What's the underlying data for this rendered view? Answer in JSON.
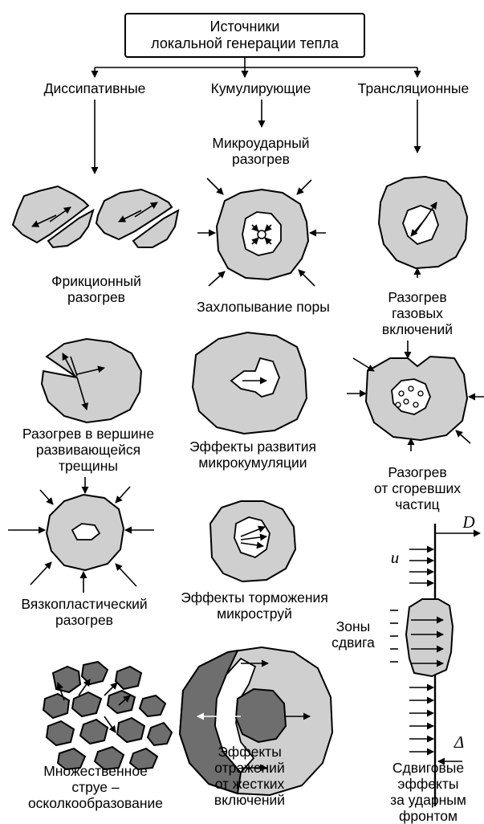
{
  "title": "Источники\nлокальной генерации тепла",
  "categories": {
    "dissipative": "Диссипативные",
    "cumulative": "Кумулирующие",
    "translational": "Трансляционные"
  },
  "micro_impact": "Микроударный\nразогрев",
  "labels": {
    "friction": "Фрикционный\nразогрев",
    "pore_collapse": "Захлопывание поры",
    "gas_inclusions": "Разогрев\nгазовых\nвключений",
    "crack_tip": "Разогрев в вершине\nразвивающейся\nтрещины",
    "microcumulation": "Эффекты развития\nмикрокумуляции",
    "burnt_particles": "Разогрев\nот сгоревших\nчастиц",
    "viscoplastic": "Вязкопластический\nразогрев",
    "microjet_braking": "Эффекты торможения\nмикроструй",
    "shear_zones": "Зоны\nсдвига",
    "fragmentation": "Множественное\nструе –\nосколкообразование",
    "rigid_reflections": "Эффекты\nотражений\nот жестких\nвключений",
    "shear_effects": "Сдвиговые\nэффекты\nза ударным\nфронтом"
  },
  "symbols": {
    "u": "u",
    "D": "D",
    "delta": "Δ"
  }
}
